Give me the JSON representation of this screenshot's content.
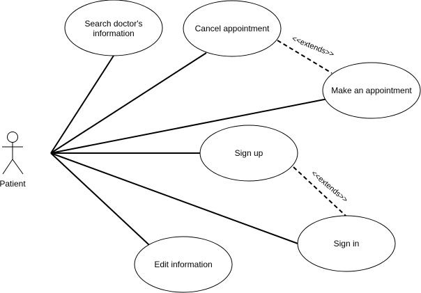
{
  "actor": {
    "name": "Patient"
  },
  "use_cases": {
    "search": {
      "line1": "Search doctor's",
      "line2": "information"
    },
    "cancel": {
      "label": "Cancel appointment"
    },
    "make": {
      "label": "Make an appointment"
    },
    "signup": {
      "label": "Sign up"
    },
    "signin": {
      "label": "Sign in"
    },
    "edit": {
      "label": "Edit information"
    }
  },
  "relations": {
    "extend_cancel": "<<extends>>",
    "extend_signup": "<<extends>>"
  }
}
